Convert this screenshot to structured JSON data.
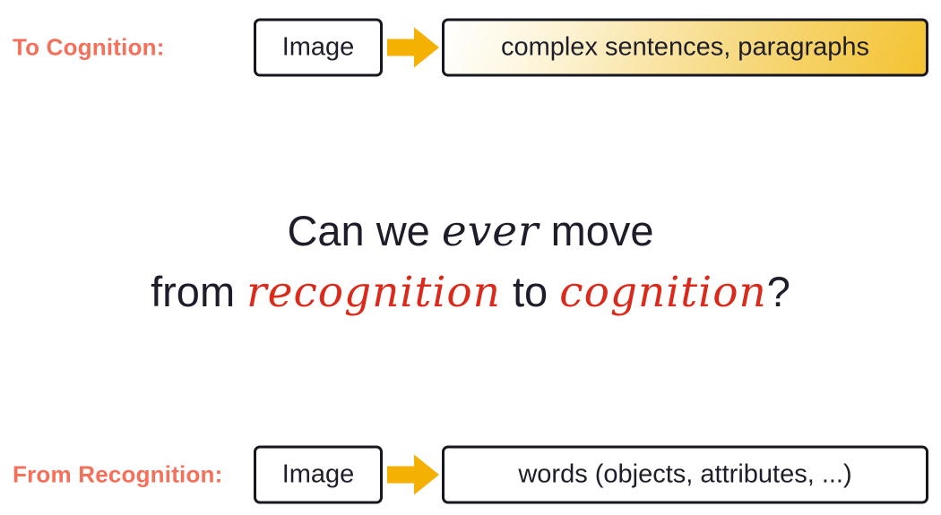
{
  "slide": {
    "top_row": {
      "label": "To Cognition:",
      "input_label": "Image",
      "output_label": "complex sentences, paragraphs"
    },
    "question": {
      "line1_pre": "Can we ",
      "line1_hand": "ever",
      "line1_post": " move",
      "line2_pre": "from ",
      "line2_hand1": "recognition",
      "line2_mid": " to ",
      "line2_hand2": "cognition",
      "line2_post": "?"
    },
    "bottom_row": {
      "label": "From Recognition:",
      "input_label": "Image",
      "output_label": "words (objects, attributes, ...)"
    },
    "icons": {
      "top_arrow": "right-arrow",
      "bottom_arrow": "right-arrow"
    },
    "colors": {
      "label_coral": "#F4705B",
      "handwritten_red": "#DA2A1B",
      "arrow_gold": "#F5B101",
      "box_gradient_gold": "#F4C331",
      "border_black": "#17171F",
      "text_dark": "#1E1E2A"
    }
  }
}
